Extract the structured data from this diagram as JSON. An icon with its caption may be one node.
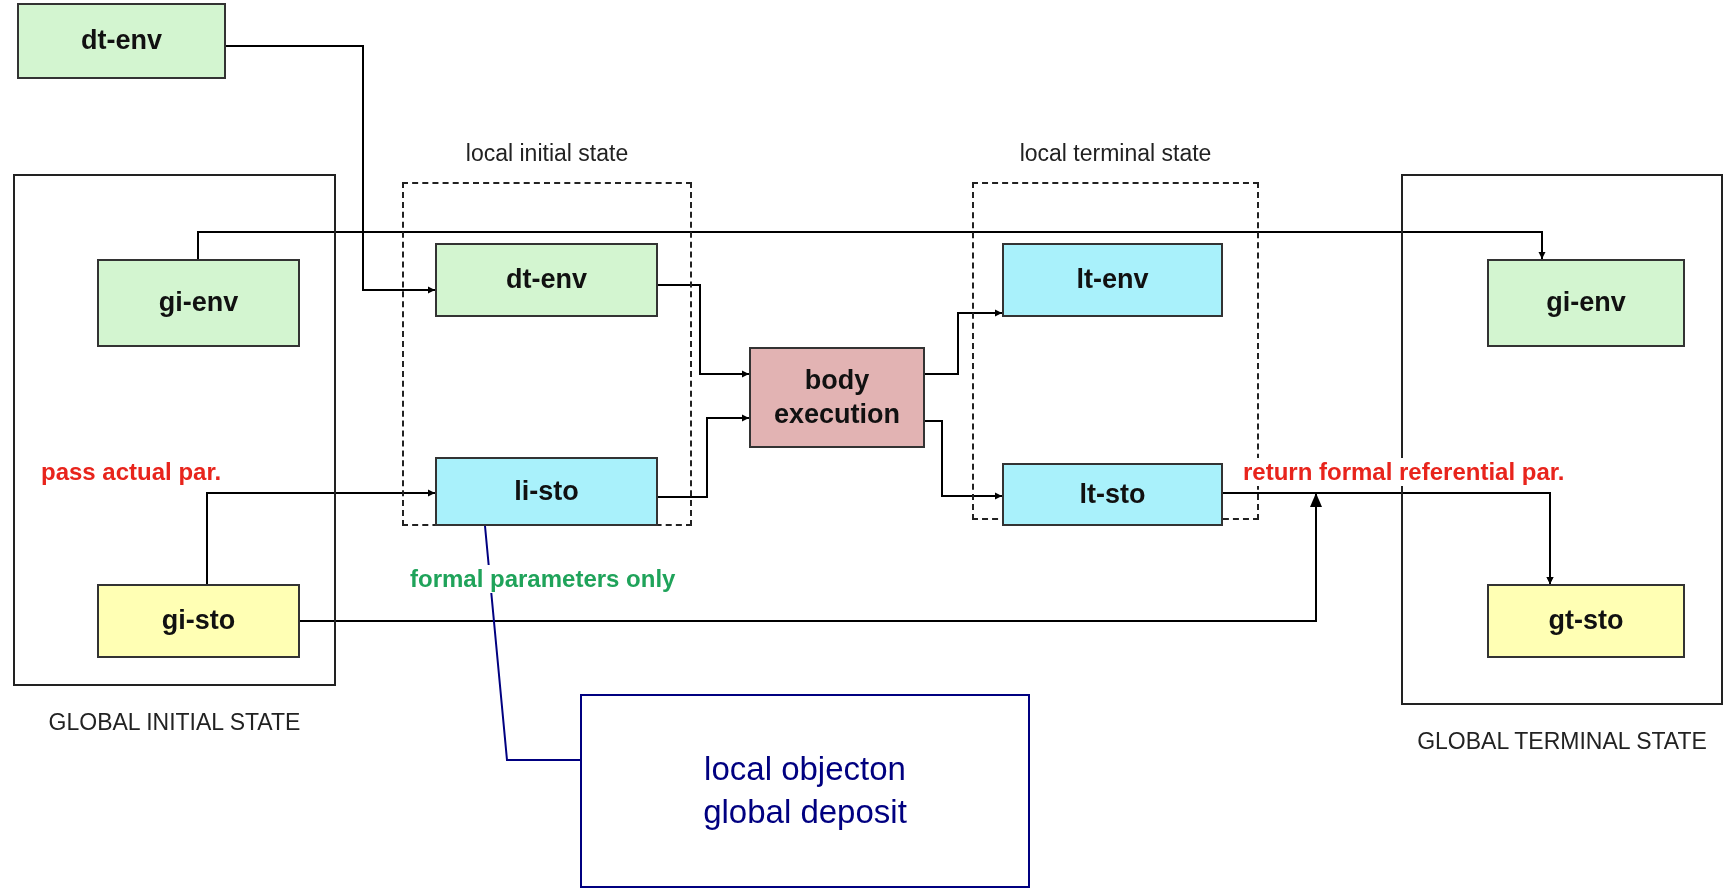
{
  "diagram": {
    "nodes": [
      {
        "text": [
          "dt-env"
        ]
      },
      {
        "text": [
          "GLOBAL INITIAL STATE"
        ]
      },
      {
        "text": [
          "gi-env"
        ],
        "in": 1
      },
      {
        "text": [
          "gi-sto"
        ],
        "in": 1
      },
      {
        "text": [
          "local initial state"
        ]
      },
      {
        "text": [
          "dt-env"
        ],
        "in": 4
      },
      {
        "text": [
          "li-sto"
        ],
        "in": 4
      },
      {
        "text": [
          "body execution"
        ]
      },
      {
        "text": [
          "local terminal state"
        ]
      },
      {
        "text": [
          "lt-env"
        ],
        "in": 8
      },
      {
        "text": [
          "lt-sto"
        ],
        "in": 8
      },
      {
        "text": [
          "GLOBAL TERMINAL STATE"
        ]
      },
      {
        "text": [
          "gi-env"
        ],
        "in": 11
      },
      {
        "text": [
          "gt-sto"
        ],
        "in": 11
      },
      {
        "text": [
          "local objecton global deposit"
        ]
      }
    ],
    "edges": [
      {
        "from": 0,
        "to": 5,
        "arrow": "to"
      },
      {
        "from": 2,
        "to": 12,
        "arrow": "to"
      },
      {
        "from": 5,
        "to": 7,
        "arrow": "to"
      },
      {
        "from": 6,
        "to": 7,
        "arrow": "to"
      },
      {
        "from": 7,
        "to": 9,
        "arrow": "to"
      },
      {
        "from": 7,
        "to": 10,
        "arrow": "to"
      },
      {
        "from": 3,
        "to": 6,
        "arrow": "to"
      },
      {
        "from": 10,
        "to": 13,
        "arrow": "to"
      },
      {
        "from": 3,
        "to": 13,
        "arrow": "to"
      },
      {
        "from": 14,
        "to": 6,
        "arrow": "none",
        "color": "#000080"
      }
    ],
    "labels": [
      "pass actual par.",
      "return formal referential par.",
      "formal parameters only"
    ]
  }
}
